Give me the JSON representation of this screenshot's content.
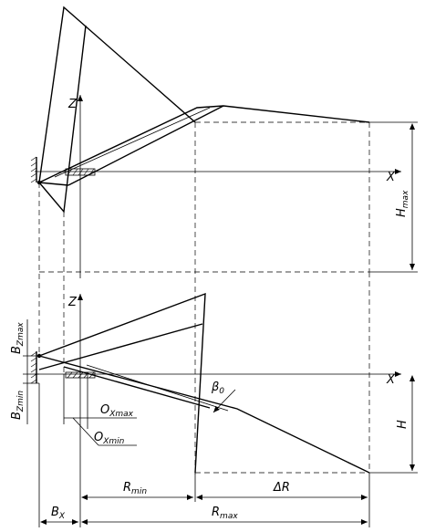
{
  "top_view": {
    "x_label": "X",
    "z_label": "Z",
    "h_max": {
      "main": "H",
      "sub": "max"
    }
  },
  "side_view": {
    "x_label": "X",
    "z_label": "Z",
    "bz_max": {
      "main": "B",
      "sub": "Zmax"
    },
    "bz_min": {
      "main": "B",
      "sub": "Zmin"
    },
    "ox_max": {
      "main": "O",
      "sub": "Xmax"
    },
    "ox_min": {
      "main": "O",
      "sub": "Xmin"
    },
    "beta": {
      "main": "β",
      "sub": "0"
    },
    "h": "H"
  },
  "dims": {
    "r_min": {
      "main": "R",
      "sub": "min"
    },
    "r_max": {
      "main": "R",
      "sub": "max"
    },
    "delta_r": "ΔR",
    "b_x": {
      "main": "B",
      "sub": "X"
    }
  }
}
